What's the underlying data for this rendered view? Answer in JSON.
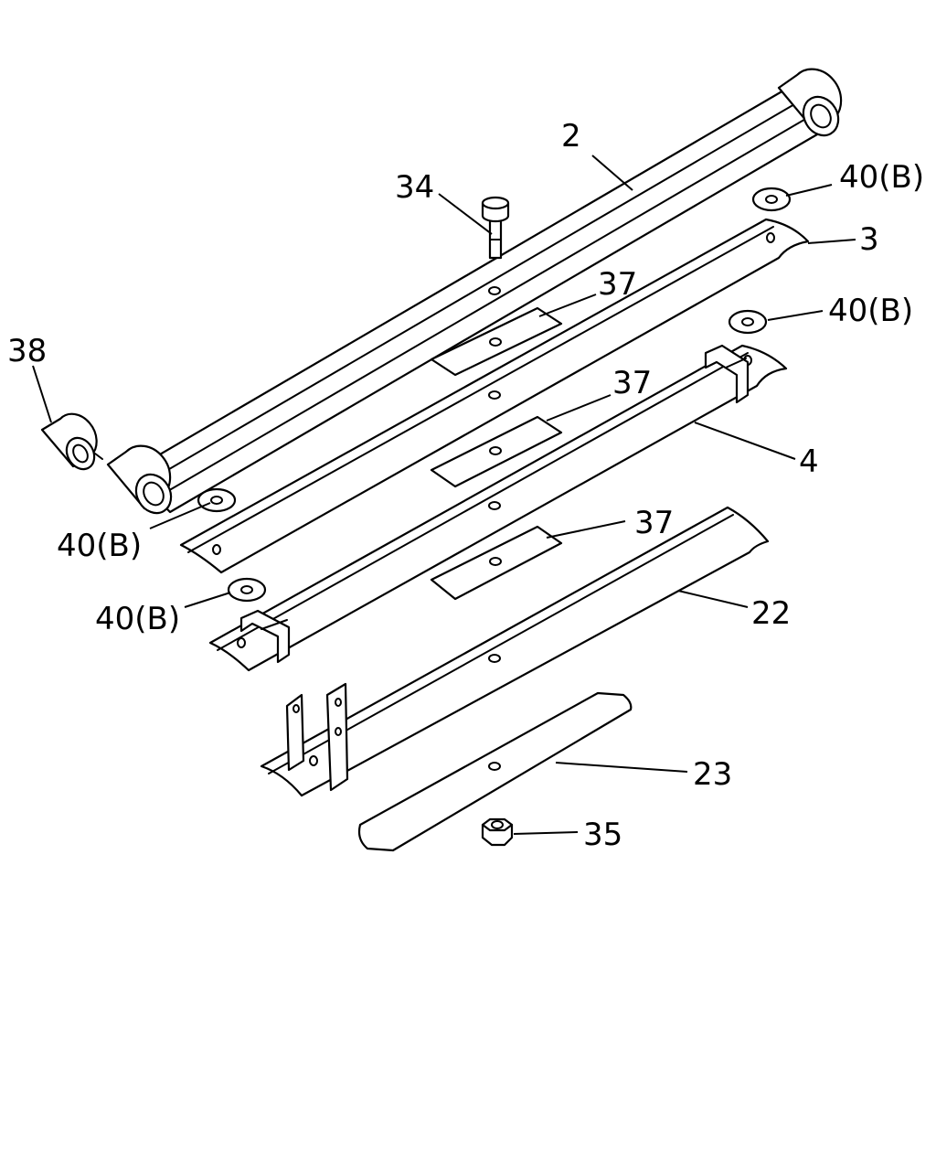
{
  "diagram": {
    "callouts": {
      "c2": "2",
      "c3": "3",
      "c4": "4",
      "c22": "22",
      "c23": "23",
      "c34": "34",
      "c35": "35",
      "c37a": "37",
      "c37b": "37",
      "c37c": "37",
      "c38": "38",
      "c40a": "40(B)",
      "c40b": "40(B)",
      "c40c": "40(B)",
      "c40d": "40(B)"
    }
  }
}
